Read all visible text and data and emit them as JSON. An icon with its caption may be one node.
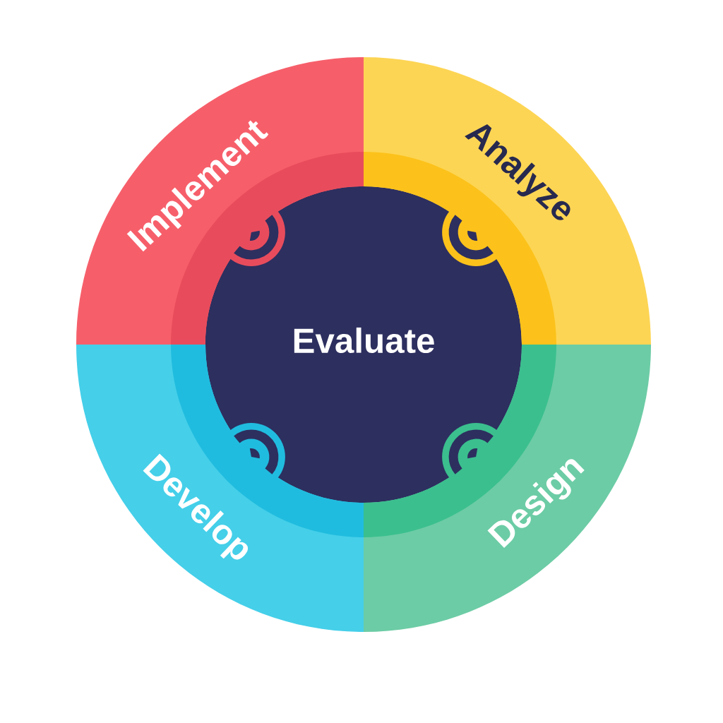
{
  "diagram": {
    "nodes": [
      {
        "text": [
          "Implement"
        ]
      },
      {
        "text": [
          "Analyze"
        ]
      },
      {
        "text": [
          "Evaluate"
        ]
      },
      {
        "text": [
          "Develop"
        ]
      },
      {
        "text": [
          "Design"
        ]
      }
    ]
  }
}
